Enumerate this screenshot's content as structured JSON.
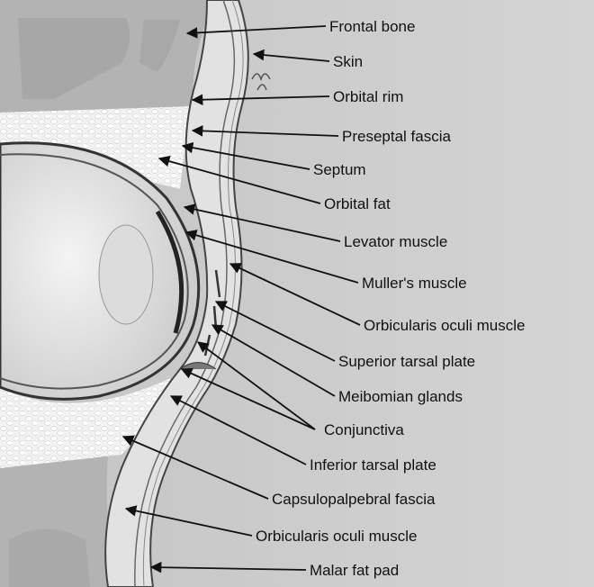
{
  "figure": {
    "labels": [
      {
        "id": "frontal-bone",
        "text": "Frontal bone"
      },
      {
        "id": "skin",
        "text": "Skin"
      },
      {
        "id": "orbital-rim",
        "text": "Orbital rim"
      },
      {
        "id": "preseptal-fascia",
        "text": "Preseptal fascia"
      },
      {
        "id": "septum",
        "text": "Septum"
      },
      {
        "id": "orbital-fat",
        "text": "Orbital fat"
      },
      {
        "id": "levator-muscle",
        "text": "Levator muscle"
      },
      {
        "id": "mullers-muscle",
        "text": "Muller's muscle"
      },
      {
        "id": "orbicularis-oculi-muscle-upper",
        "text": "Orbicularis oculi muscle"
      },
      {
        "id": "superior-tarsal-plate",
        "text": "Superior tarsal plate"
      },
      {
        "id": "meibomian-glands",
        "text": "Meibomian glands"
      },
      {
        "id": "conjunctiva",
        "text": "Conjunctiva"
      },
      {
        "id": "inferior-tarsal-plate",
        "text": "Inferior tarsal plate"
      },
      {
        "id": "capsulopalpebral-fascia",
        "text": "Capsulopalpebral fascia"
      },
      {
        "id": "orbicularis-oculi-muscle-lower",
        "text": "Orbicularis oculi muscle"
      },
      {
        "id": "malar-fat-pad",
        "text": "Malar fat pad"
      }
    ]
  }
}
